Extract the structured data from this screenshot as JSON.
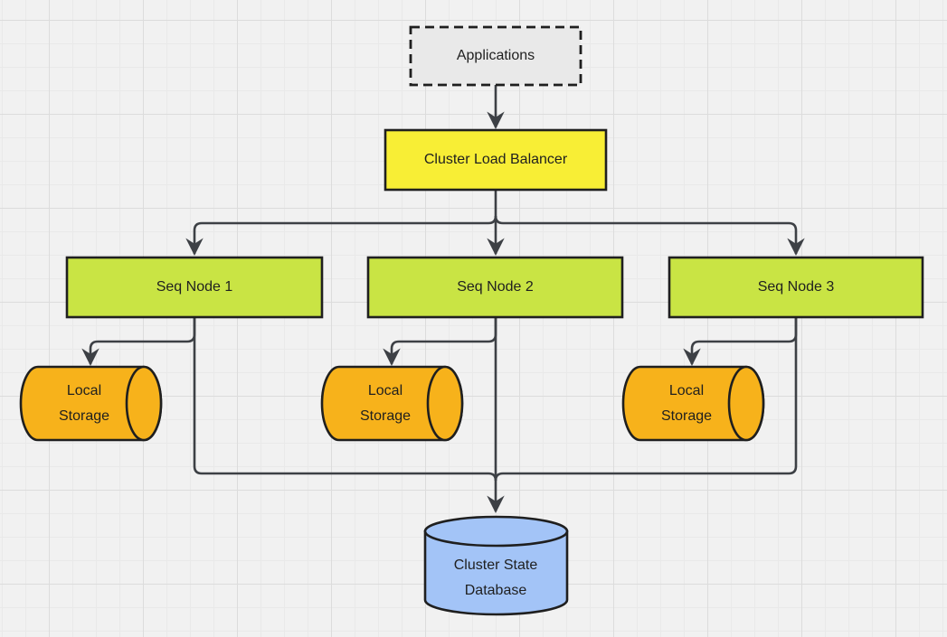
{
  "diagram": {
    "nodes": {
      "applications": {
        "label": "Applications",
        "shape": "rect-dashed"
      },
      "load_balancer": {
        "label": "Cluster Load Balancer",
        "shape": "rect"
      },
      "seq_node_1": {
        "label": "Seq Node 1",
        "shape": "rect"
      },
      "seq_node_2": {
        "label": "Seq Node 2",
        "shape": "rect"
      },
      "seq_node_3": {
        "label": "Seq Node 3",
        "shape": "rect"
      },
      "local_storage_1": {
        "label": "Local Storage",
        "shape": "cylinder-horizontal"
      },
      "local_storage_2": {
        "label": "Local Storage",
        "shape": "cylinder-horizontal"
      },
      "local_storage_3": {
        "label": "Local Storage",
        "shape": "cylinder-horizontal"
      },
      "cluster_state_db": {
        "label": "Cluster State Database",
        "shape": "cylinder-vertical"
      }
    },
    "edges": [
      {
        "from": "Applications",
        "to": "Cluster Load Balancer"
      },
      {
        "from": "Cluster Load Balancer",
        "to": "Seq Node 1"
      },
      {
        "from": "Cluster Load Balancer",
        "to": "Seq Node 2"
      },
      {
        "from": "Cluster Load Balancer",
        "to": "Seq Node 3"
      },
      {
        "from": "Seq Node 1",
        "to": "Local Storage 1"
      },
      {
        "from": "Seq Node 2",
        "to": "Local Storage 2"
      },
      {
        "from": "Seq Node 3",
        "to": "Local Storage 3"
      },
      {
        "from": "Seq Node 1",
        "to": "Cluster State Database"
      },
      {
        "from": "Seq Node 2",
        "to": "Cluster State Database"
      },
      {
        "from": "Seq Node 3",
        "to": "Cluster State Database"
      }
    ],
    "colors": {
      "canvas_bg": "#f1f1f1",
      "grid_minor": "#e9e9e9",
      "grid_major": "#dcdcdc",
      "edge": "#3d4045",
      "node_border": "#1f1f1f",
      "applications_fill": "#e9e9e9",
      "load_balancer_fill": "#f8ee35",
      "seq_node_fill": "#c9e444",
      "storage_fill": "#f7b21b",
      "database_fill": "#a3c4f7",
      "text": "#1f1f1f"
    }
  }
}
